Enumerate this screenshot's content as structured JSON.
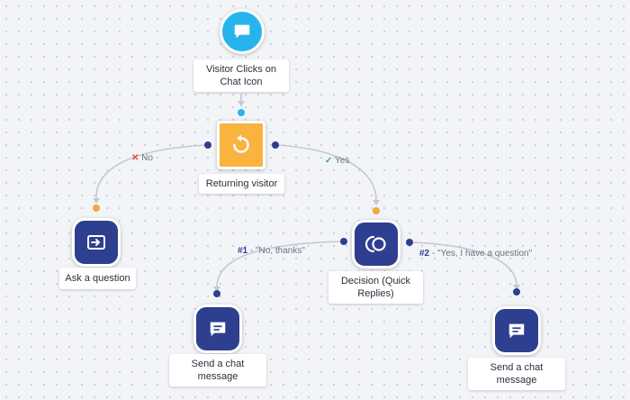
{
  "colors": {
    "trigger": "#27b4ec",
    "condition": "#f9b33f",
    "action": "#2e3f8f",
    "no": "#e04848",
    "yes": "#3aa757",
    "connector": "#c3c8d2",
    "port_in": "#f5a83a",
    "port_out": "#2e3f8f"
  },
  "nodes": {
    "trigger": {
      "label": "Visitor Clicks on Chat Icon",
      "icon": "chat-bubble-icon"
    },
    "returning": {
      "label": "Returning visitor",
      "icon": "refresh-icon"
    },
    "ask": {
      "label": "Ask a question",
      "icon": "enter-icon"
    },
    "decision": {
      "label": "Decision (Quick Replies)",
      "icon": "quick-replies-icon"
    },
    "send1": {
      "label": "Send a chat message",
      "icon": "message-icon"
    },
    "send2": {
      "label": "Send a chat message",
      "icon": "message-icon"
    }
  },
  "edges": {
    "no": {
      "mark": "✕",
      "text": "No"
    },
    "yes": {
      "mark": "✓",
      "text": "Yes"
    },
    "reply1": {
      "num": "#1",
      "text": " - \"No, thanks\""
    },
    "reply2": {
      "num": "#2",
      "text": " - \"Yes, I have a question\""
    }
  }
}
